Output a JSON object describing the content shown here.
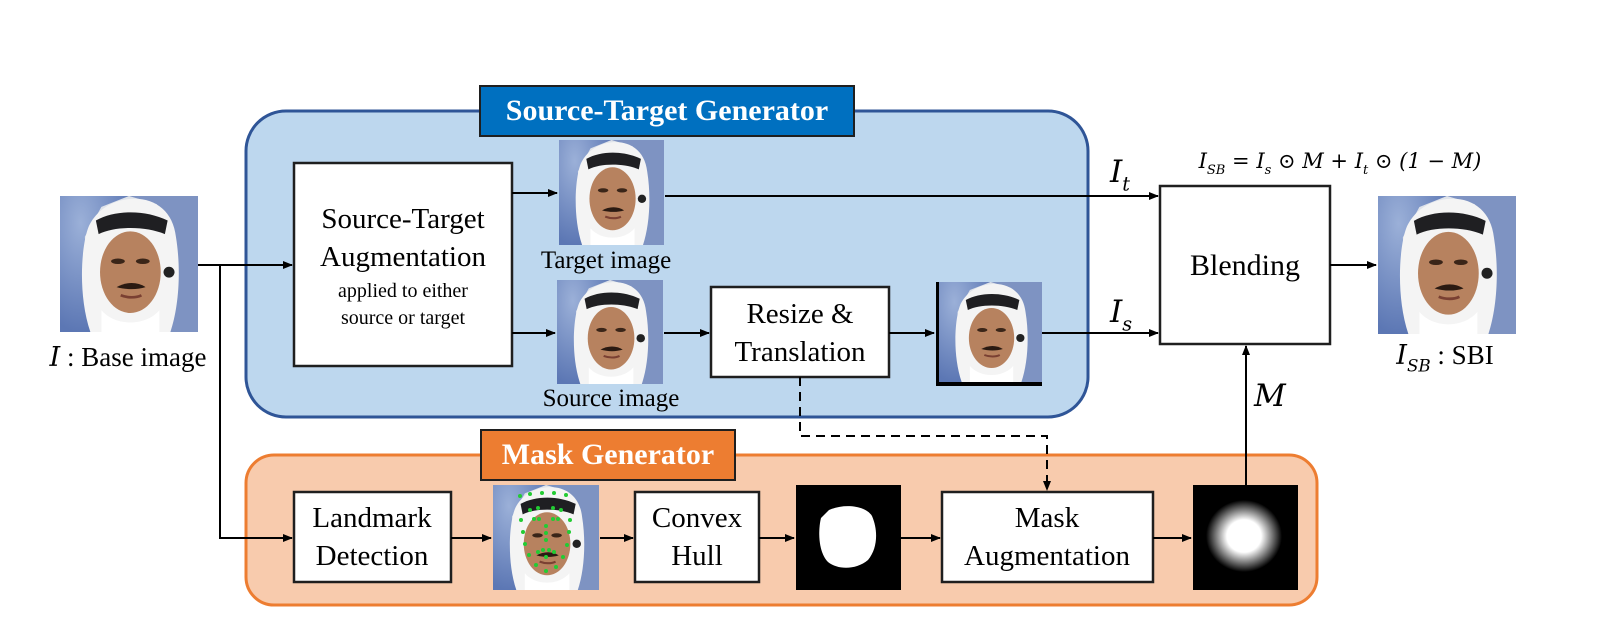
{
  "source_target_generator": {
    "title": "Source-Target Generator",
    "augmentation_line1": "Source-Target",
    "augmentation_line2": "Augmentation",
    "augmentation_note_line1": "applied to either",
    "augmentation_note_line2": "source or target",
    "target_image_label": "Target image",
    "source_image_label": "Source image",
    "resize_line1": "Resize &",
    "resize_line2": "Translation"
  },
  "mask_generator": {
    "title": "Mask Generator",
    "landmark_line1": "Landmark",
    "landmark_line2": "Detection",
    "convex_line1": "Convex",
    "convex_line2": "Hull",
    "mask_aug_line1": "Mask",
    "mask_aug_line2": "Augmentation"
  },
  "base_image_label": {
    "symbol": "I",
    "text": " : Base image"
  },
  "blending_label": "Blending",
  "equation": "I_SB = I_s ⊙ M + I_t ⊙ (1 − M)",
  "signal_labels": {
    "target": "I_t",
    "source": "I_s",
    "mask": "M"
  },
  "sbi_label": {
    "symbol": "I_SB",
    "text": " : SBI"
  },
  "colors": {
    "stg_fill": "#bdd7ee",
    "stg_border": "#2f5597",
    "stg_title_fill": "#0070c0",
    "mg_fill": "#f8cbad",
    "mg_border": "#ed7d31",
    "mg_title_fill": "#ed7d31"
  }
}
